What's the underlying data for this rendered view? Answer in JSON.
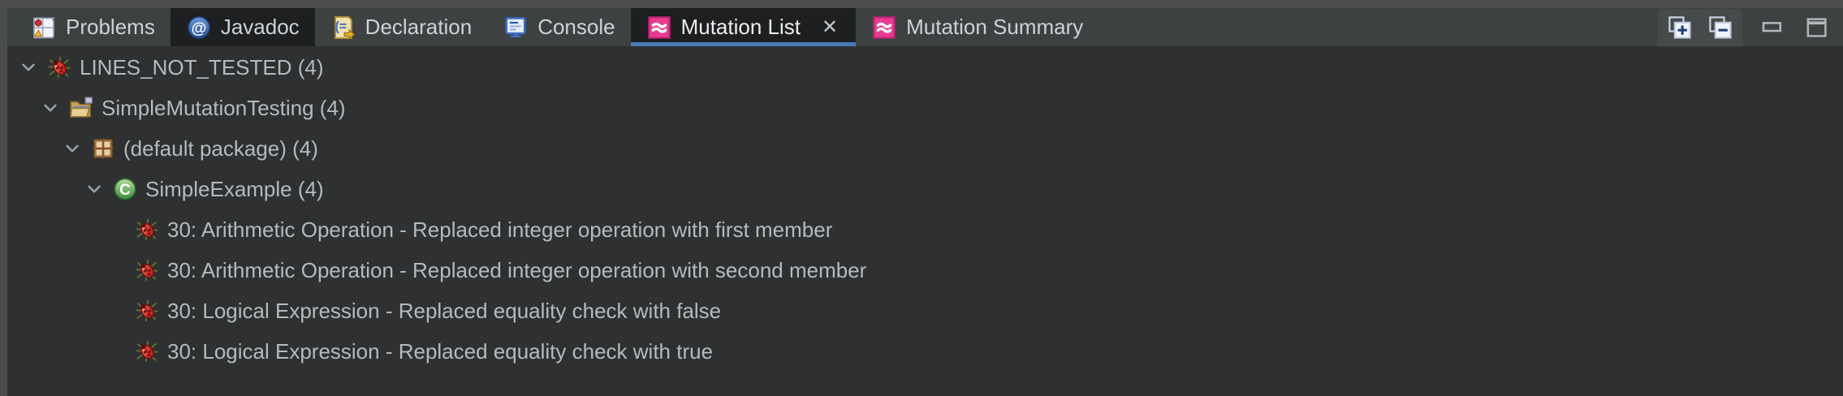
{
  "colors": {
    "accent": "#4a7ab5",
    "tabbar": "#3e4142",
    "tabdark": "#1d1f21",
    "content": "#2e3031",
    "pink": "#e83a90",
    "frame": "#4a4c4d"
  },
  "tabs": [
    {
      "label": "Problems",
      "icon": "problems-icon",
      "state": "normal"
    },
    {
      "label": "Javadoc",
      "icon": "javadoc-icon",
      "state": "selected-unfocused"
    },
    {
      "label": "Declaration",
      "icon": "declaration-icon",
      "state": "normal"
    },
    {
      "label": "Console",
      "icon": "console-icon",
      "state": "normal"
    },
    {
      "label": "Mutation List",
      "icon": "mutation-icon",
      "state": "active",
      "closable": true,
      "close_glyph": "✕"
    },
    {
      "label": "Mutation Summary",
      "icon": "mutation-icon",
      "state": "normal"
    }
  ],
  "view_toolbar": {
    "buttons": [
      {
        "name": "expand-all",
        "icon": "expand-all-icon"
      },
      {
        "name": "collapse-all",
        "icon": "collapse-all-icon"
      },
      {
        "name": "minimize",
        "icon": "minimize-icon"
      },
      {
        "name": "maximize",
        "icon": "maximize-icon"
      }
    ]
  },
  "tree": {
    "rows": [
      {
        "level": 1,
        "expanded": true,
        "icon": "bug-icon",
        "label": "LINES_NOT_TESTED (4)"
      },
      {
        "level": 2,
        "expanded": true,
        "icon": "project-folder-icon",
        "label": "SimpleMutationTesting (4)"
      },
      {
        "level": 3,
        "expanded": true,
        "icon": "package-icon",
        "label": "(default package) (4)"
      },
      {
        "level": 4,
        "expanded": true,
        "icon": "class-icon",
        "label": "SimpleExample (4)"
      },
      {
        "level": 5,
        "expanded": false,
        "icon": "bug-icon",
        "label": "30: Arithmetic Operation - Replaced integer operation with first member"
      },
      {
        "level": 5,
        "expanded": false,
        "icon": "bug-icon",
        "label": "30: Arithmetic Operation - Replaced integer operation with second member"
      },
      {
        "level": 5,
        "expanded": false,
        "icon": "bug-icon",
        "label": "30: Logical Expression - Replaced equality check with false"
      },
      {
        "level": 5,
        "expanded": false,
        "icon": "bug-icon",
        "label": "30: Logical Expression - Replaced equality check with true"
      }
    ]
  }
}
